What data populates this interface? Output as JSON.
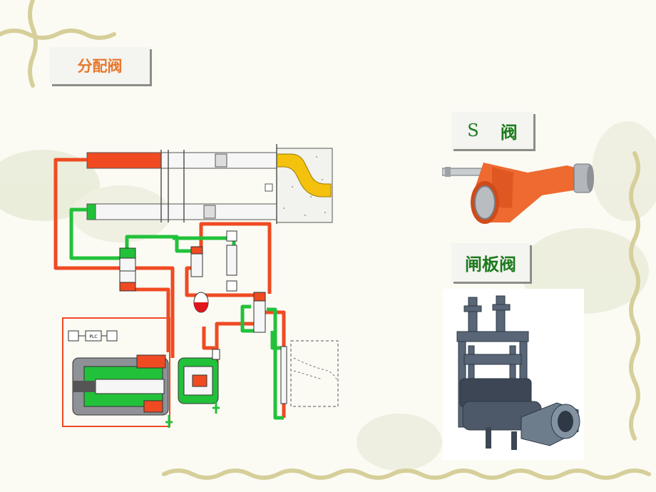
{
  "slide": {
    "title_label": "分配阀",
    "s_valve": {
      "letter": "S",
      "char": "阀"
    },
    "gate_valve_label": "闸板阀",
    "plc_label": "PLC"
  },
  "colors": {
    "pressure_line": "#ef4a22",
    "return_line": "#22c13a",
    "concrete_pipe": "#f4c20d",
    "title_orange": "#e8772a",
    "label_green": "#1d7a1d"
  }
}
